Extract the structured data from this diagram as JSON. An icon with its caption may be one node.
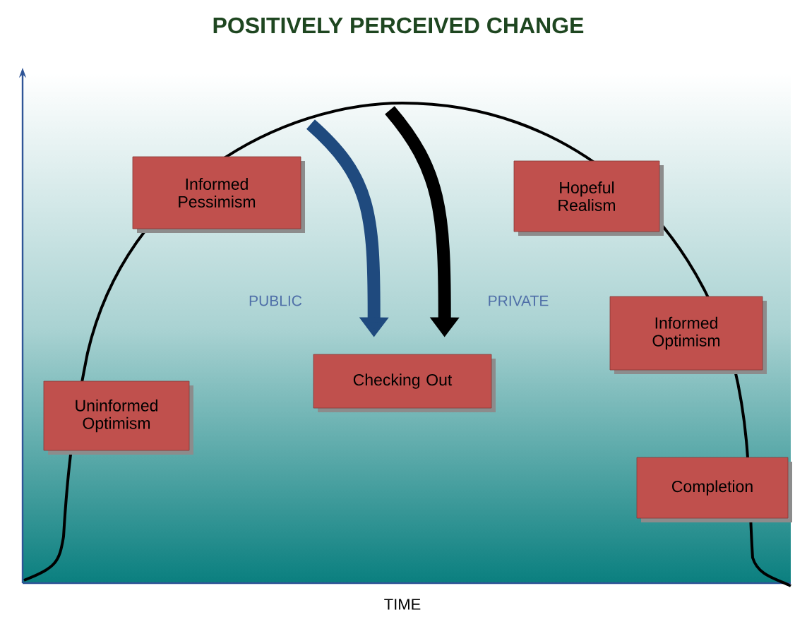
{
  "diagram": {
    "title": "POSITIVELY PERCEIVED CHANGE",
    "nodes": [
      {
        "text": [
          "Informed Pessimism"
        ]
      },
      {
        "text": [
          "Hopeful Realism"
        ]
      },
      {
        "text": [
          "Informed Optimism"
        ]
      },
      {
        "text": [
          "Checking Out"
        ]
      },
      {
        "text": [
          "Uninformed Optimism"
        ]
      },
      {
        "text": [
          "Completion"
        ]
      }
    ],
    "edges": [
      {
        "from": null,
        "to": 3,
        "arrow": "to",
        "label": "PUBLIC",
        "color": "#1f4a7e"
      },
      {
        "from": null,
        "to": 3,
        "arrow": "to",
        "label": "PRIVATE",
        "color": "#000000"
      }
    ],
    "labels": [
      "TIME"
    ]
  }
}
